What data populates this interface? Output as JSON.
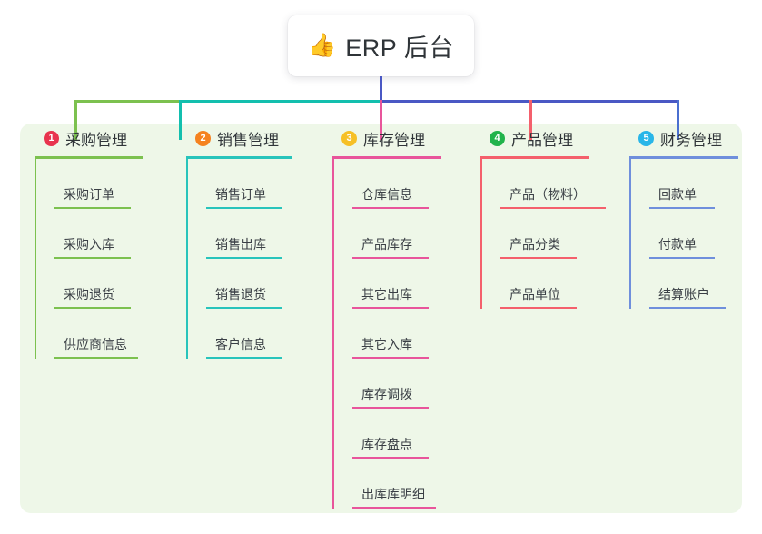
{
  "diagram": {
    "background": "#ffffff",
    "panel_color": "#eef7e8"
  },
  "root": {
    "icon": "thumbs-up-icon",
    "emoji": "👍",
    "label": "ERP 后台"
  },
  "connector_colors": {
    "segment_green": "#7cc14f",
    "segment_teal": "#13bfae",
    "segment_blue": "#4a58c4",
    "drop_1": "#7cc14f",
    "drop_2": "#13bfae",
    "drop_3": "#e8559b",
    "drop_4": "#f4606c",
    "drop_5": "#4a6fd0"
  },
  "columns": [
    {
      "number": "1",
      "badge_color": "#e8344e",
      "line_color": "#7cc14f",
      "title": "采购管理",
      "underline_width": 120,
      "items": [
        {
          "label": "采购订单",
          "underline_width": 84
        },
        {
          "label": "采购入库",
          "underline_width": 84
        },
        {
          "label": "采购退货",
          "underline_width": 84
        },
        {
          "label": "供应商信息",
          "underline_width": 92
        }
      ]
    },
    {
      "number": "2",
      "badge_color": "#f5821f",
      "line_color": "#28c4bb",
      "title": "销售管理",
      "underline_width": 117,
      "items": [
        {
          "label": "销售订单",
          "underline_width": 84
        },
        {
          "label": "销售出库",
          "underline_width": 84
        },
        {
          "label": "销售退货",
          "underline_width": 84
        },
        {
          "label": "客户信息",
          "underline_width": 84
        }
      ]
    },
    {
      "number": "3",
      "badge_color": "#f6c026",
      "line_color": "#e8559b",
      "title": "库存管理",
      "underline_width": 120,
      "items": [
        {
          "label": "仓库信息",
          "underline_width": 84
        },
        {
          "label": "产品库存",
          "underline_width": 84
        },
        {
          "label": "其它出库",
          "underline_width": 84
        },
        {
          "label": "其它入库",
          "underline_width": 84
        },
        {
          "label": "库存调拨",
          "underline_width": 84
        },
        {
          "label": "库存盘点",
          "underline_width": 84
        },
        {
          "label": "出库库明细",
          "underline_width": 92
        }
      ]
    },
    {
      "number": "4",
      "badge_color": "#21b34b",
      "line_color": "#f4606c",
      "title": "产品管理",
      "underline_width": 120,
      "items": [
        {
          "label": "产品（物料）",
          "underline_width": 116
        },
        {
          "label": "产品分类",
          "underline_width": 84
        },
        {
          "label": "产品单位",
          "underline_width": 84
        }
      ]
    },
    {
      "number": "5",
      "badge_color": "#29b6e8",
      "line_color": "#6f8fdc",
      "title": "财务管理",
      "underline_width": 120,
      "items": [
        {
          "label": "回款单",
          "underline_width": 72
        },
        {
          "label": "付款单",
          "underline_width": 72
        },
        {
          "label": "结算账户",
          "underline_width": 84
        }
      ]
    }
  ]
}
